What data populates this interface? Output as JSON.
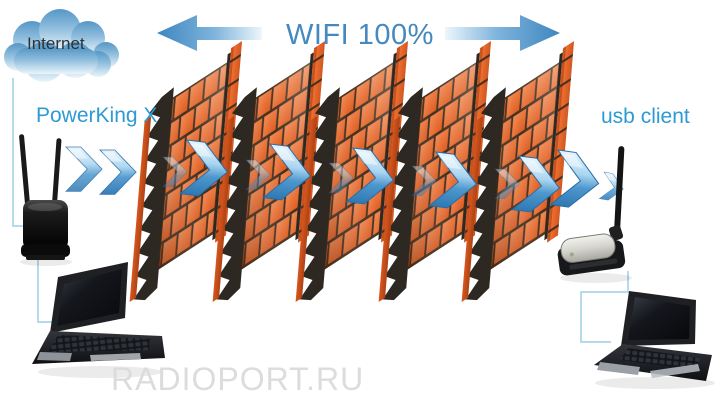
{
  "header": {
    "title": "WIFI 100%"
  },
  "nodes": {
    "internet": {
      "label": "Internet"
    },
    "router": {
      "label": "PowerKing X"
    },
    "client": {
      "label": "usb client"
    }
  },
  "watermark": "RADIOPORT.RU",
  "diagram": {
    "type": "wifi-signal-through-walls",
    "wall_count": 5,
    "signal_direction": "bidirectional"
  },
  "colors": {
    "label_blue": "#2d9ad3",
    "title_blue": "#4489bf",
    "arrow_blue": "#3e86c0",
    "chevron_blue": "#4e98ce",
    "brick_orange": "#de5a1e",
    "mortar_brown": "#44301f",
    "wall_side_dark": "#2e2822",
    "connector_blue": "#b5daea",
    "watermark_gray": "#dcdcdc",
    "cloud_blue": "#5697c6"
  },
  "icons": {
    "cloud": "internet-cloud-icon",
    "arrow_left": "wifi-arrow-left-icon",
    "arrow_right": "wifi-arrow-right-icon",
    "wall": "brick-wall-icon",
    "chevron": "signal-chevron-icon",
    "router": "wifi-router-icon",
    "laptop": "laptop-icon",
    "usb": "usb-adapter-icon"
  }
}
